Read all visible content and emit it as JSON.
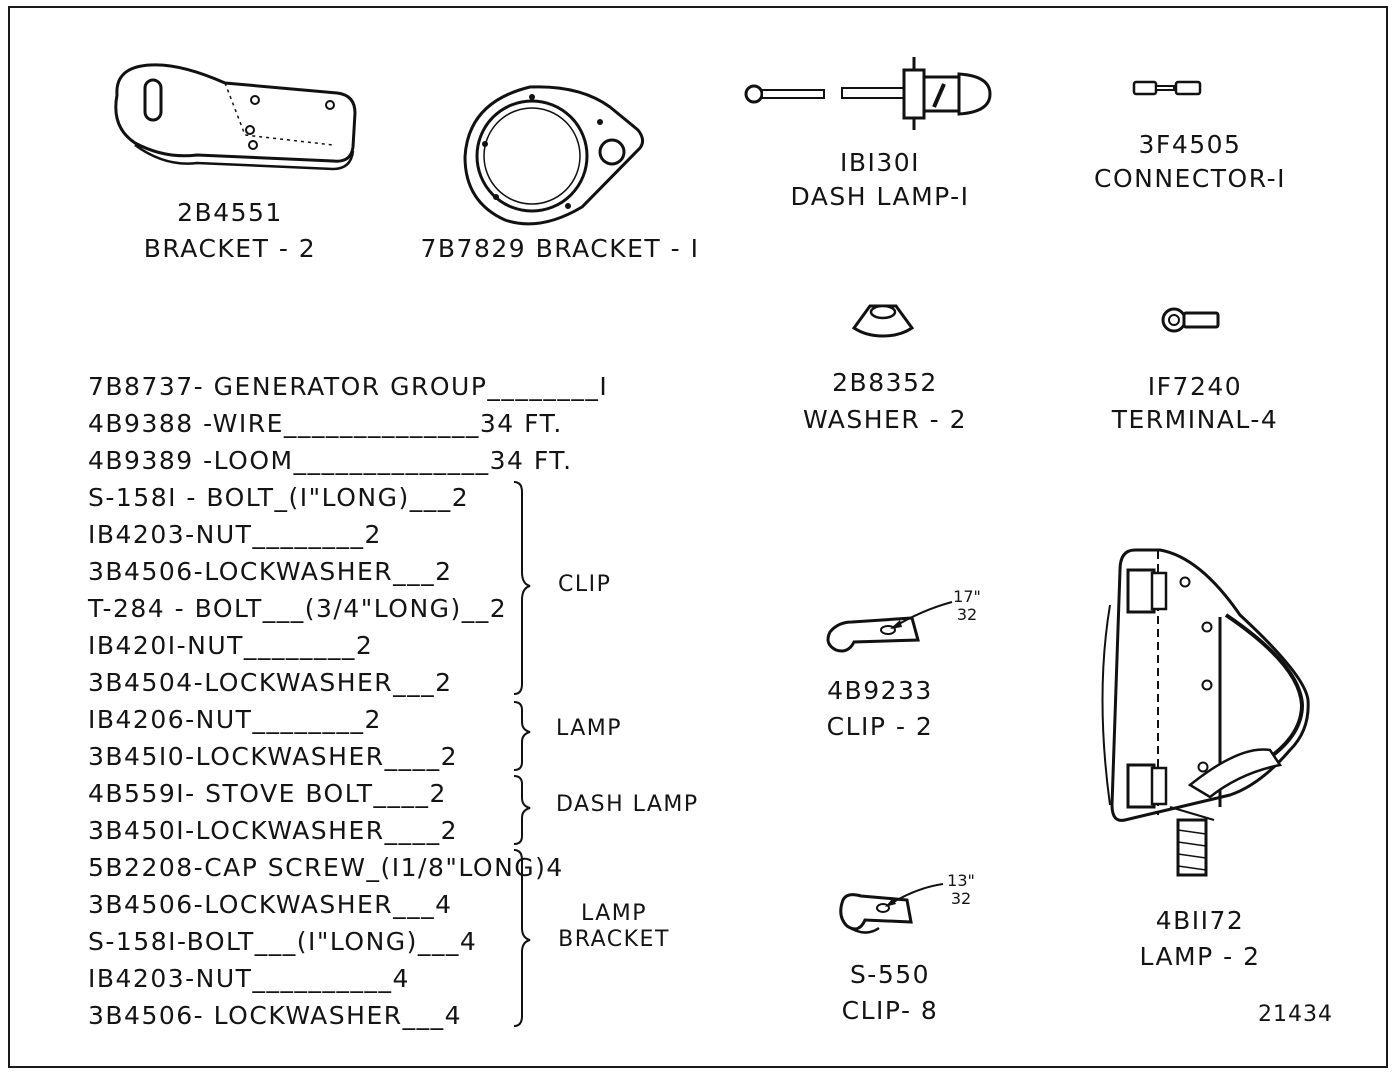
{
  "parts": {
    "bracket_2b4551": {
      "number": "2B4551",
      "name": "BRACKET - 2"
    },
    "bracket_7b7829": {
      "text": "7B7829 BRACKET - I"
    },
    "dash_lamp_1b1301": {
      "number": "IBI30I",
      "name": "DASH LAMP-I"
    },
    "connector_3f4505": {
      "number": "3F4505",
      "name": "CONNECTOR-I"
    },
    "washer_2b8352": {
      "number": "2B8352",
      "name": "WASHER - 2"
    },
    "terminal_1f7240": {
      "number": "IF7240",
      "name": "TERMINAL-4"
    },
    "clip_4b9233": {
      "number": "4B9233",
      "name": "CLIP - 2",
      "hole_num": "17\"",
      "hole_den": "32"
    },
    "clip_s550": {
      "number": "S-550",
      "name": "CLIP- 8",
      "hole_num": "13\"",
      "hole_den": "32"
    },
    "lamp_4b1172": {
      "number": "4BII72",
      "name": "LAMP - 2"
    }
  },
  "parts_list": [
    "7B8737- GENERATOR GROUP________I",
    "4B9388 -WIRE______________34 FT.",
    "4B9389 -LOOM______________34 FT.",
    "S-158I - BOLT_(I\"LONG)___2",
    "IB4203-NUT________2",
    "3B4506-LOCKWASHER___2",
    "T-284 - BOLT___(3/4\"LONG)__2",
    "IB420I-NUT________2",
    "3B4504-LOCKWASHER___2",
    "IB4206-NUT________2",
    "3B45I0-LOCKWASHER____2",
    "4B559I- STOVE BOLT____2",
    "3B450I-LOCKWASHER____2",
    "5B2208-CAP SCREW_(I1/8\"LONG)4",
    "3B4506-LOCKWASHER___4",
    "S-158I-BOLT___(I\"LONG)___4",
    "IB4203-NUT__________4",
    "3B4506- LOCKWASHER___4"
  ],
  "groups": {
    "clip": "CLIP",
    "lamp": "LAMP",
    "dash_lamp": "DASH LAMP",
    "lamp_bracket_line1": "LAMP",
    "lamp_bracket_line2": "BRACKET"
  },
  "figure_number": "21434"
}
